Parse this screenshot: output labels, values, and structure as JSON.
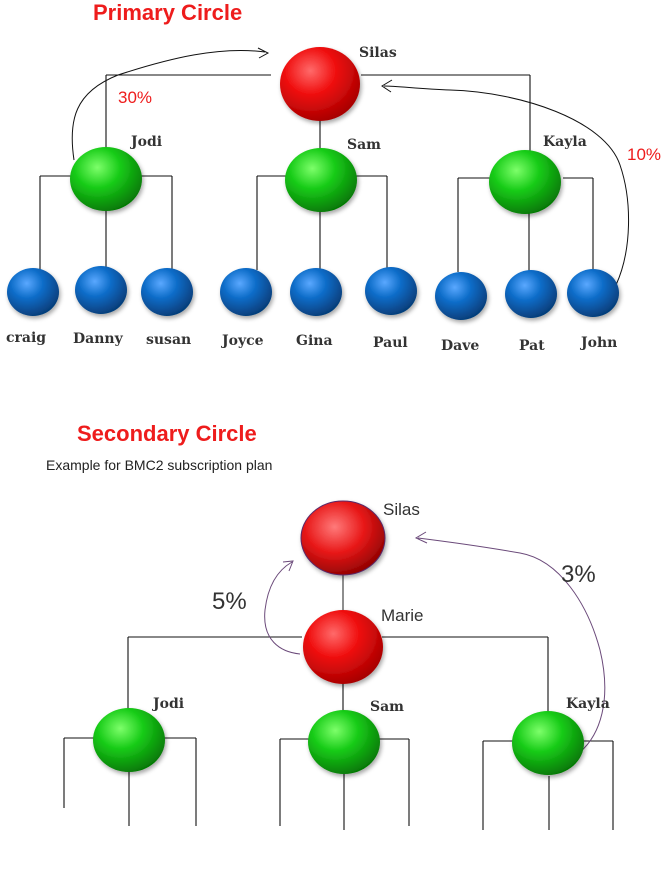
{
  "primary": {
    "title": "Primary Circle",
    "root": {
      "label": "Silas"
    },
    "children": [
      {
        "label": "Jodi",
        "kids": [
          "craig",
          "Danny",
          "susan"
        ]
      },
      {
        "label": "Sam",
        "kids": [
          "Joyce",
          "Gina",
          "Paul"
        ]
      },
      {
        "label": "Kayla",
        "kids": [
          "Dave",
          "Pat",
          "John"
        ]
      }
    ],
    "percent_left": "30%",
    "percent_right": "10%"
  },
  "secondary": {
    "title": "Secondary Circle",
    "subtitle": "Example for BMC2 subscription plan",
    "root": {
      "label": "Silas"
    },
    "middle": {
      "label": "Marie"
    },
    "children": [
      {
        "label": "Jodi"
      },
      {
        "label": "Sam"
      },
      {
        "label": "Kayla"
      }
    ],
    "percent_left": "5%",
    "percent_right": "3%"
  },
  "colors": {
    "red_node": "#e00000",
    "green_node": "#11bb11",
    "blue_node": "#0b5fb0",
    "heading": "#ee1c1c",
    "connector": "#111111"
  }
}
